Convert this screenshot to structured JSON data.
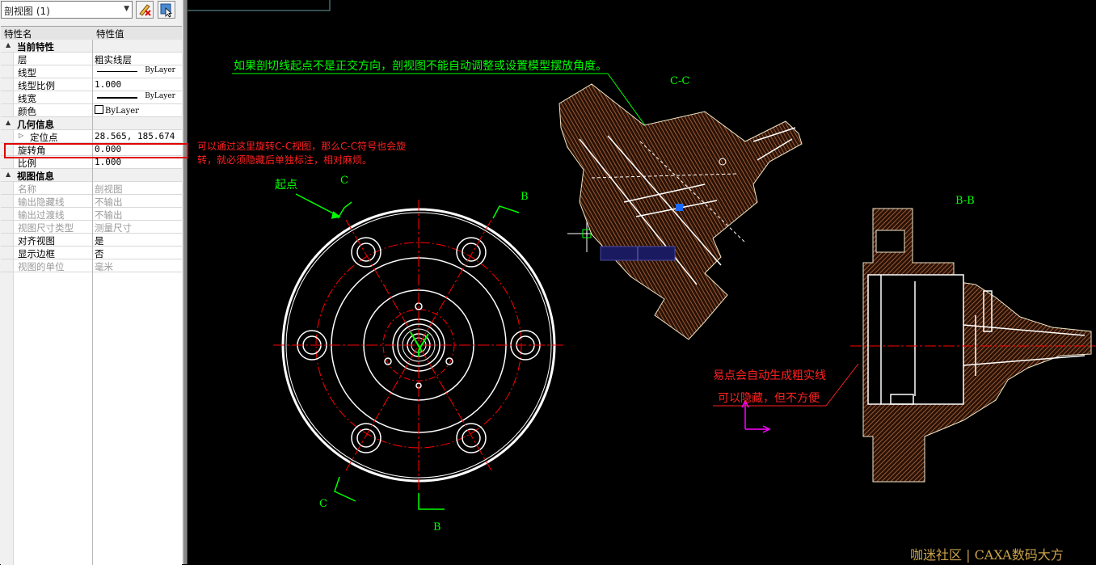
{
  "panel": {
    "selector_value": "剖视图 (1)",
    "header": {
      "name_col": "特性名",
      "value_col": "特性值"
    },
    "rows": [
      {
        "kind": "cat",
        "name": "当前特性"
      },
      {
        "kind": "prop",
        "name": "层",
        "value": "粗实线层"
      },
      {
        "kind": "prop",
        "name": "线型",
        "value": "ByLayer"
      },
      {
        "kind": "prop",
        "name": "线型比例",
        "value": "1.000"
      },
      {
        "kind": "prop",
        "name": "线宽",
        "value": "ByLayer"
      },
      {
        "kind": "prop",
        "name": "颜色",
        "value": "ByLayer"
      },
      {
        "kind": "cat",
        "name": "几何信息"
      },
      {
        "kind": "prop",
        "name": "定位点",
        "value": "28.565, 185.674"
      },
      {
        "kind": "prop",
        "name": "旋转角",
        "value": "0.000"
      },
      {
        "kind": "prop",
        "name": "比例",
        "value": "1.000"
      },
      {
        "kind": "cat",
        "name": "视图信息"
      },
      {
        "kind": "prop",
        "name": "名称",
        "value": "剖视图"
      },
      {
        "kind": "prop",
        "name": "输出隐藏线",
        "value": "不输出"
      },
      {
        "kind": "prop",
        "name": "输出过渡线",
        "value": "不输出"
      },
      {
        "kind": "prop",
        "name": "视图尺寸类型",
        "value": "测量尺寸"
      },
      {
        "kind": "prop",
        "name": "对齐视图",
        "value": "是"
      },
      {
        "kind": "prop",
        "name": "显示边框",
        "value": "否"
      },
      {
        "kind": "prop",
        "name": "视图的单位",
        "value": "毫米"
      }
    ]
  },
  "canvas": {
    "annotation_top": "如果剖切线起点不是正交方向，剖视图不能自动调整或设置模型摆放角度。",
    "annotation_rotate_line1": "可以通过这里旋转C-C视图，那么C-C符号也会旋",
    "annotation_rotate_line2": "转，就必须隐藏后单独标注，相对麻烦。",
    "annotation_break_line1": "易点会自动生成粗实线",
    "annotation_break_line2": "可以隐藏，但不方便",
    "start_point_label": "起点",
    "section_cc_title": "C-C",
    "section_bb_title": "B-B",
    "cut_label_c": "C",
    "cut_label_b": "B",
    "watermark": "咖迷社区 | CAXA数码大方"
  },
  "colors": {
    "cad_bg": "#000000",
    "green_text": "#00ff00",
    "red_text": "#ff2020",
    "hatch_brown": "#8a4a2a",
    "geometry_white": "#ffffff",
    "centerline_red": "#ff0000",
    "highlight_box": "#e00000",
    "watermark": "#c9a24a"
  }
}
